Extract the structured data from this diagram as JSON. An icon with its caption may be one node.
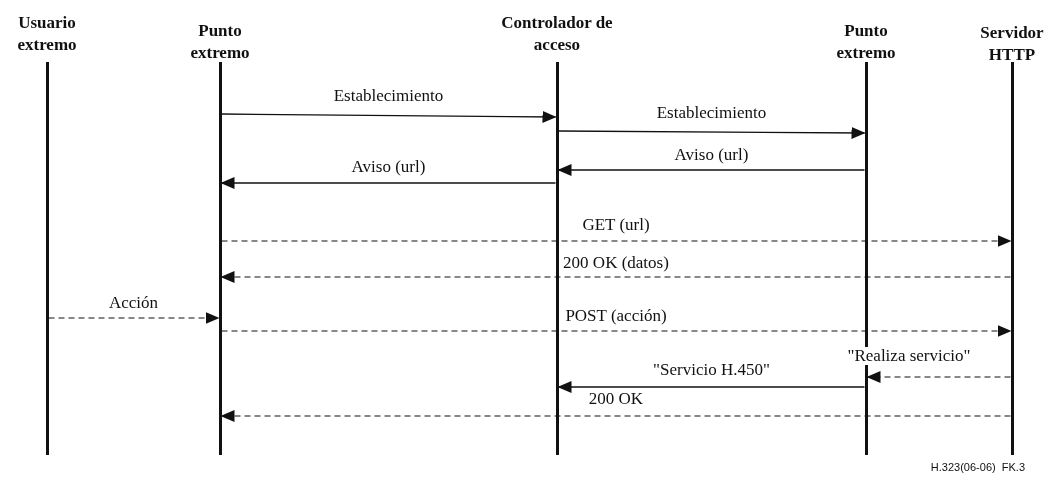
{
  "diagram": {
    "nodes": [
      {
        "text": [
          "Usuario extremo"
        ]
      },
      {
        "text": [
          "Punto extremo"
        ]
      },
      {
        "text": [
          "Controlador de acceso"
        ]
      },
      {
        "text": [
          "Punto extremo"
        ]
      },
      {
        "text": [
          "Servidor HTTP"
        ]
      }
    ],
    "edges": [
      {
        "from": 1,
        "to": 2,
        "arrow": "to",
        "label": "Establecimiento"
      },
      {
        "from": 2,
        "to": 3,
        "arrow": "to",
        "label": "Establecimiento"
      },
      {
        "from": 3,
        "to": 2,
        "arrow": "to",
        "label": "Aviso (url)"
      },
      {
        "from": 2,
        "to": 1,
        "arrow": "to",
        "label": "Aviso (url)"
      },
      {
        "from": 1,
        "to": 4,
        "arrow": "to",
        "label": "GET (url)",
        "style": "dashed"
      },
      {
        "from": 4,
        "to": 1,
        "arrow": "to",
        "label": "200 OK (datos)",
        "style": "dashed"
      },
      {
        "from": 0,
        "to": 1,
        "arrow": "to",
        "label": "Acción",
        "style": "dashed"
      },
      {
        "from": 1,
        "to": 4,
        "arrow": "to",
        "label": "POST (acción)",
        "style": "dashed"
      },
      {
        "from": 4,
        "to": 3,
        "arrow": "to",
        "label": "\"Realiza servicio\"",
        "style": "dashed"
      },
      {
        "from": 3,
        "to": 2,
        "arrow": "to",
        "label": "\"Servicio H.450\""
      },
      {
        "from": 4,
        "to": 1,
        "arrow": "to",
        "label": "200 OK",
        "style": "dashed"
      }
    ],
    "labels": [
      "H.323(06-06)  FK.3"
    ]
  }
}
